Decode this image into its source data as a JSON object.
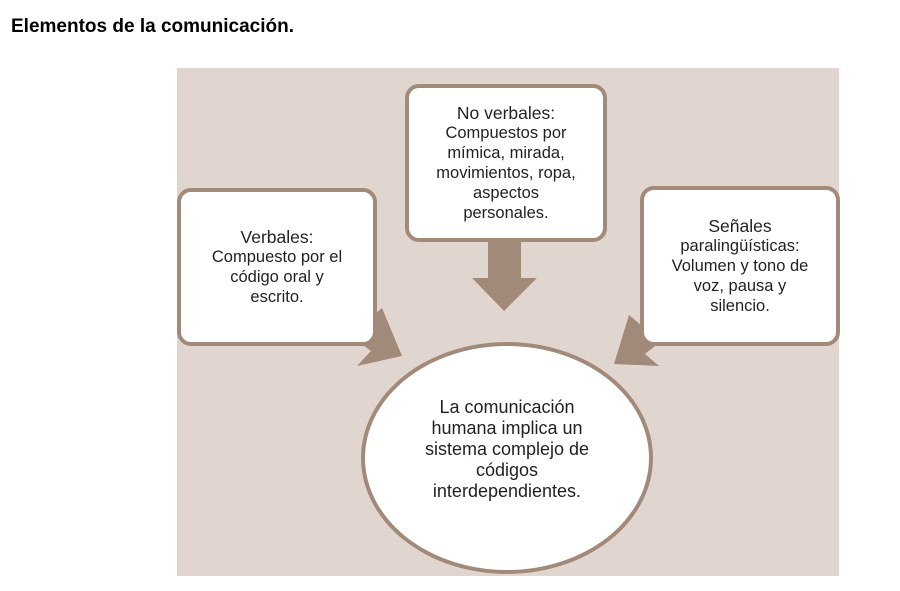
{
  "title": "Elementos de la comunicación.",
  "colors": {
    "background": "#e0d6cf",
    "border": "#a28a7a",
    "arrow": "#a28a7a",
    "text": "#231f20"
  },
  "nodes": {
    "verbales": {
      "heading": "Verbales:",
      "body": "Compuesto por el\ncódigo oral y\nescrito."
    },
    "no_verbales": {
      "heading": "No verbales:",
      "body": "Compuestos  por\nmímica, mirada,\nmovimientos, ropa,\naspectos\npersonales."
    },
    "senales": {
      "heading": "Señales",
      "body": "paralingüísticas:\nVolumen y tono de\nvoz, pausa y\nsilencio."
    },
    "center": {
      "text": "La comunicación\nhumana implica un\nsistema complejo de\ncódigos\ninterdependientes."
    }
  }
}
